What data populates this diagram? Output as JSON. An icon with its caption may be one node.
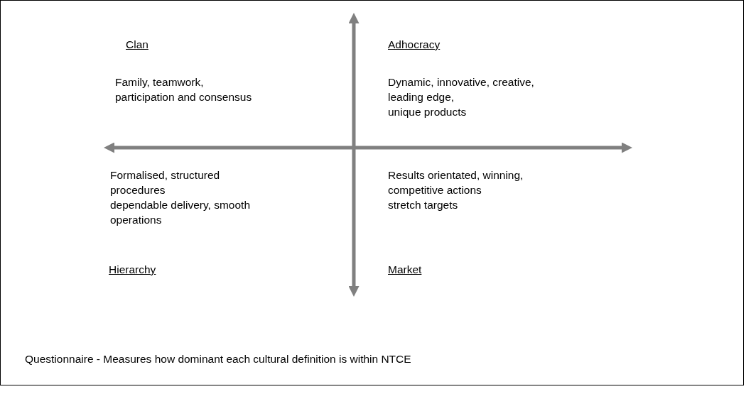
{
  "diagram": {
    "labels": [
      "Clan",
      "Adhocracy",
      "Family, teamwork,",
      "participation and consensus",
      "Dynamic, innovative, creative,",
      "leading edge,",
      "unique products",
      "Formalised, structured",
      "Results orientated, winning,",
      "procedures",
      "competitive actions",
      "dependable delivery, smooth",
      "stretch targets",
      "operations",
      "Hierarchy",
      "Market",
      "Questionnaire - Measures how dominant each cultural definition is within NTCE"
    ]
  }
}
